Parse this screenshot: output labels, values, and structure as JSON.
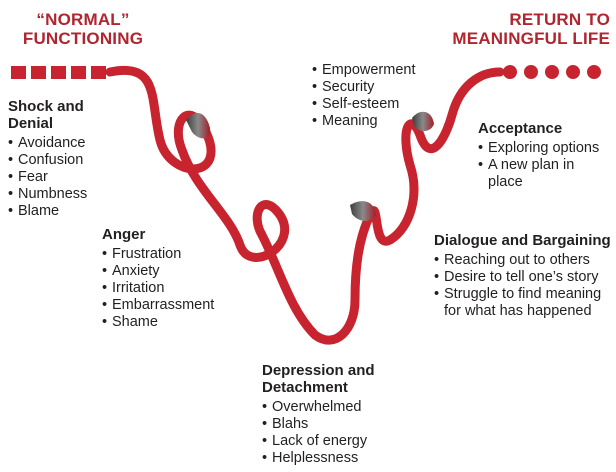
{
  "headings": {
    "left": "“NORMAL” FUNCTIONING",
    "right": "RETURN TO MEANINGFUL LIFE"
  },
  "stages": {
    "shock": {
      "title": "Shock and Denial",
      "items": [
        "Avoidance",
        "Confusion",
        "Fear",
        "Numbness",
        "Blame"
      ]
    },
    "anger": {
      "title": "Anger",
      "items": [
        "Frustration",
        "Anxiety",
        "Irritation",
        "Embarrassment",
        "Shame"
      ]
    },
    "depression": {
      "title": "Depression and Detachment",
      "items": [
        "Overwhelmed",
        "Blahs",
        "Lack of energy",
        "Helplessness"
      ]
    },
    "dialogue": {
      "title": "Dialogue and Bargaining",
      "items": [
        "Reaching out to others",
        "Desire to tell one’s story",
        "Struggle to find meaning for what has happened"
      ]
    },
    "acceptance": {
      "title": "Acceptance",
      "items": [
        "Exploring options",
        "A new plan in place"
      ]
    },
    "meaning": {
      "title": "",
      "items": [
        "Empowerment",
        "Security",
        "Self-esteem",
        "Meaning"
      ]
    }
  },
  "colors": {
    "ribbon": "#c7242f",
    "ribbon_dark": "#8f1a22",
    "ribbon_twist": "#5c5c5c",
    "heading": "#b0252f",
    "text": "#231f20"
  }
}
